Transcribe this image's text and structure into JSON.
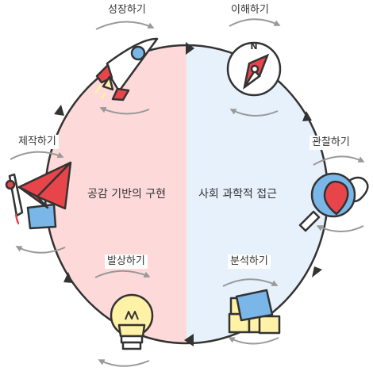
{
  "left_half": {
    "label": "공감 기반의 구현",
    "color": "#fdd9d9"
  },
  "right_half": {
    "label": "사회 과학적 접근",
    "color": "#e6f1fc"
  },
  "stages": [
    {
      "label": "이해하기",
      "icon": "compass-icon"
    },
    {
      "label": "관찰하기",
      "icon": "magnifier-icon"
    },
    {
      "label": "분석하기",
      "icon": "blocks-icon"
    },
    {
      "label": "발상하기",
      "icon": "lightbulb-icon"
    },
    {
      "label": "제작하기",
      "icon": "paper-plane-icon"
    },
    {
      "label": "성장하기",
      "icon": "rocket-icon"
    }
  ],
  "compass_letter": "N",
  "colors": {
    "outline": "#333333",
    "red": "#e8454b",
    "blue": "#7ab7e8",
    "yellow": "#fff1a6",
    "arrow_gray": "#999999"
  }
}
